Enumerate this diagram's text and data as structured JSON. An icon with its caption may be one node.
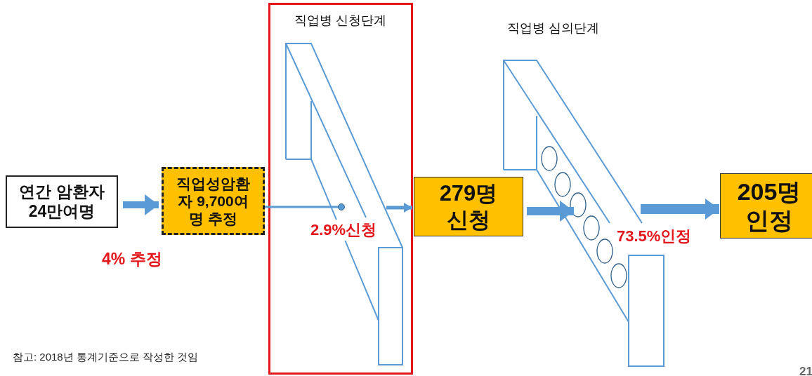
{
  "diagram": {
    "nodes": [
      {
        "text": [
          "연간 암환자 24만여명"
        ]
      },
      {
        "text": [
          "직업성암환자 9,700여명 추정"
        ]
      },
      {
        "text": [
          "직업병 신청단계"
        ]
      },
      {
        "text": [
          "279명 신청"
        ]
      },
      {
        "text": [
          "직업병 심의단계"
        ]
      },
      {
        "text": [
          "205명 인정"
        ]
      }
    ],
    "edges": [
      {
        "from": 0,
        "to": 1,
        "arrow": "to"
      },
      {
        "from": 1,
        "to": 2,
        "arrow": "other"
      },
      {
        "from": 2,
        "to": 3,
        "arrow": "to"
      },
      {
        "from": 3,
        "to": 4,
        "arrow": "to"
      },
      {
        "from": 4,
        "to": 5,
        "arrow": "to"
      }
    ],
    "labels": [
      "4% 추정",
      "2.9%신청",
      "73.5%인정",
      "참고: 2018년 통계기준으로 작성한 것임",
      "21"
    ]
  }
}
